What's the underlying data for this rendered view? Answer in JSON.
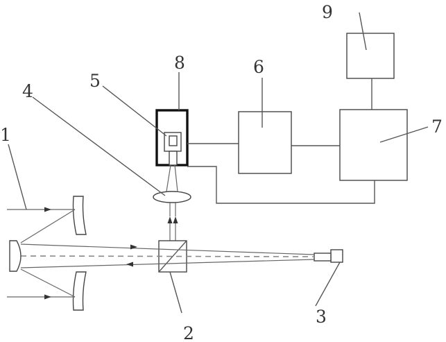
{
  "labels": {
    "l1": "1",
    "l2": "2",
    "l3": "3",
    "l4": "4",
    "l5": "5",
    "l6": "6",
    "l7": "7",
    "l8": "8",
    "l9": "9"
  },
  "colors": {
    "line": "#555555",
    "text": "#333333",
    "background": "#ffffff"
  }
}
